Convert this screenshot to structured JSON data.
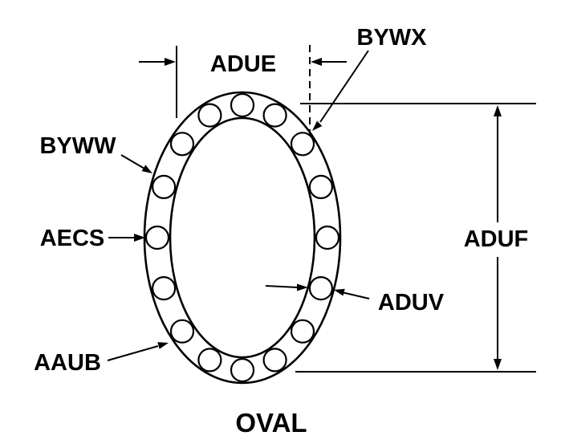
{
  "diagram": {
    "type": "technical-line-drawing",
    "caption": "OVAL",
    "labels": {
      "top_width": "ADUE",
      "top_right_callout": "BYWX",
      "upper_left_callout": "BYWW",
      "left_callout": "AECS",
      "height": "ADUF",
      "hole_callout": "ADUV",
      "lower_left_callout": "AAUB"
    },
    "hole_count": 16,
    "colors": {
      "line": "#000000",
      "background": "#ffffff"
    }
  }
}
